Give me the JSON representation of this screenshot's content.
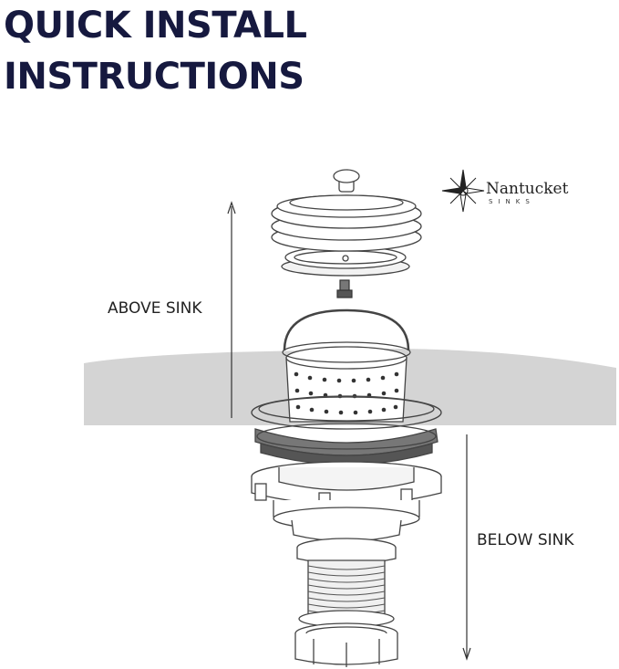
{
  "title": {
    "line1": "QUICK INSTALL",
    "line2": "INSTRUCTIONS"
  },
  "labels": {
    "above": "ABOVE SINK",
    "below": "BELOW SINK"
  },
  "logo": {
    "name": "Nantucket",
    "sub": "SINKS"
  },
  "colors": {
    "title": "#16193f",
    "sink_band": "#d4d4d4",
    "line": "#333333"
  }
}
